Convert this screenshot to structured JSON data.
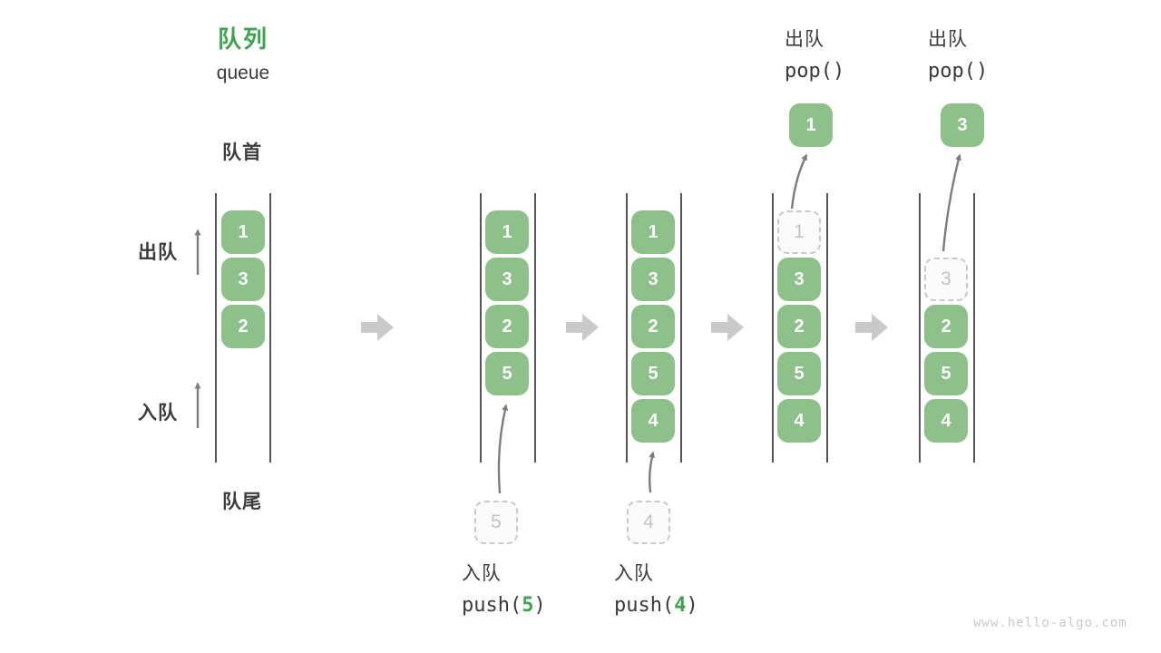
{
  "header": {
    "title_zh": "队列",
    "title_en": "queue"
  },
  "side_labels": {
    "front": "队首",
    "rear": "队尾",
    "dequeue": "出队",
    "enqueue": "入队"
  },
  "operations": {
    "push_5": {
      "label": "入队",
      "fn": "push(",
      "arg": "5",
      "close": ")"
    },
    "push_4": {
      "label": "入队",
      "fn": "push(",
      "arg": "4",
      "close": ")"
    },
    "pop_1": {
      "label": "出队",
      "code": "pop()"
    },
    "pop_2": {
      "label": "出队",
      "code": "pop()"
    }
  },
  "states": [
    {
      "name": "initial queue",
      "cells": [
        "1",
        "3",
        "2"
      ]
    },
    {
      "name": "after push(5)",
      "cells": [
        "1",
        "3",
        "2",
        "5"
      ],
      "incoming": "5"
    },
    {
      "name": "after push(4)",
      "cells": [
        "1",
        "3",
        "2",
        "5",
        "4"
      ],
      "incoming": "4"
    },
    {
      "name": "after first pop()",
      "cells": [
        "3",
        "2",
        "5",
        "4"
      ],
      "removed": "1",
      "popped": "1"
    },
    {
      "name": "after second pop()",
      "cells": [
        "2",
        "5",
        "4"
      ],
      "removed": "3",
      "popped": "3"
    }
  ],
  "colors": {
    "box_green": "#8dc08b",
    "accent_green": "#3fa24e",
    "text_dark": "#3a3a3a",
    "thin_arrow_gray": "#7d7d7d",
    "block_arrow_gray": "#c9c9c9",
    "ghost_gray": "#c9c9c9",
    "wall_gray": "#555555",
    "watermark_gray": "#c9c9c9"
  },
  "watermark": "www.hello-algo.com"
}
